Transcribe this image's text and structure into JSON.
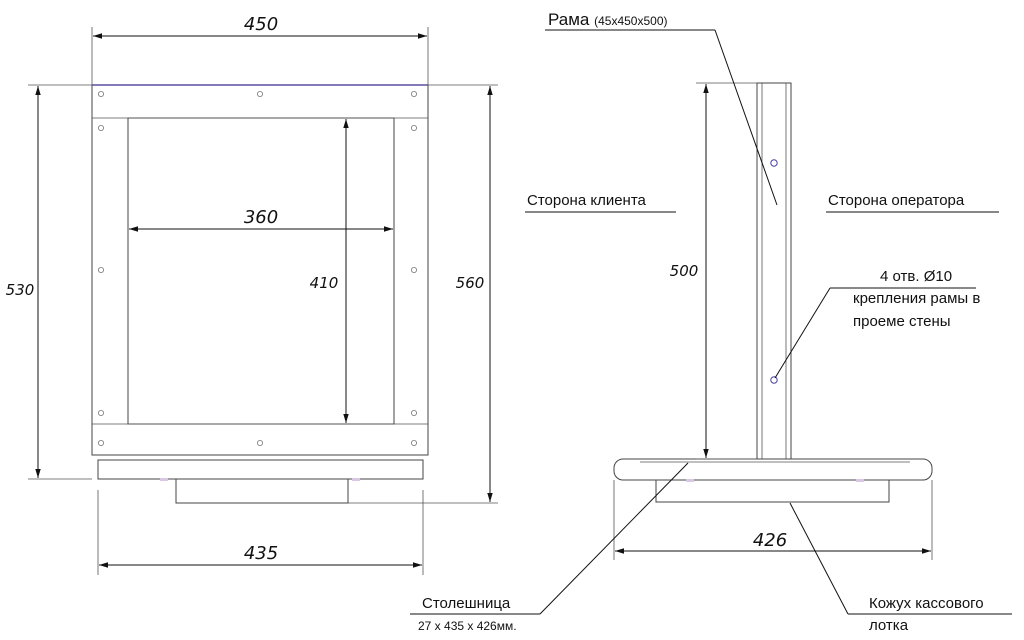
{
  "dimensions": {
    "width_450": "450",
    "inner_360": "360",
    "inner_410": "410",
    "height_530": "530",
    "height_560": "560",
    "width_435": "435",
    "side_500": "500",
    "side_426": "426"
  },
  "labels": {
    "frame_title": "Рама",
    "frame_size": "(45x450x500)",
    "client_side": "Сторона клиента",
    "operator_side": "Сторона оператора",
    "holes_line1": "4 отв. Ø10",
    "holes_line2": "крепления рамы в",
    "holes_line3": "проеме стены",
    "tabletop_title": "Столешница",
    "tabletop_size": "27 x 435 x 426мм.",
    "tray_line1": "Кожух кассового",
    "tray_line2": "лотка"
  }
}
